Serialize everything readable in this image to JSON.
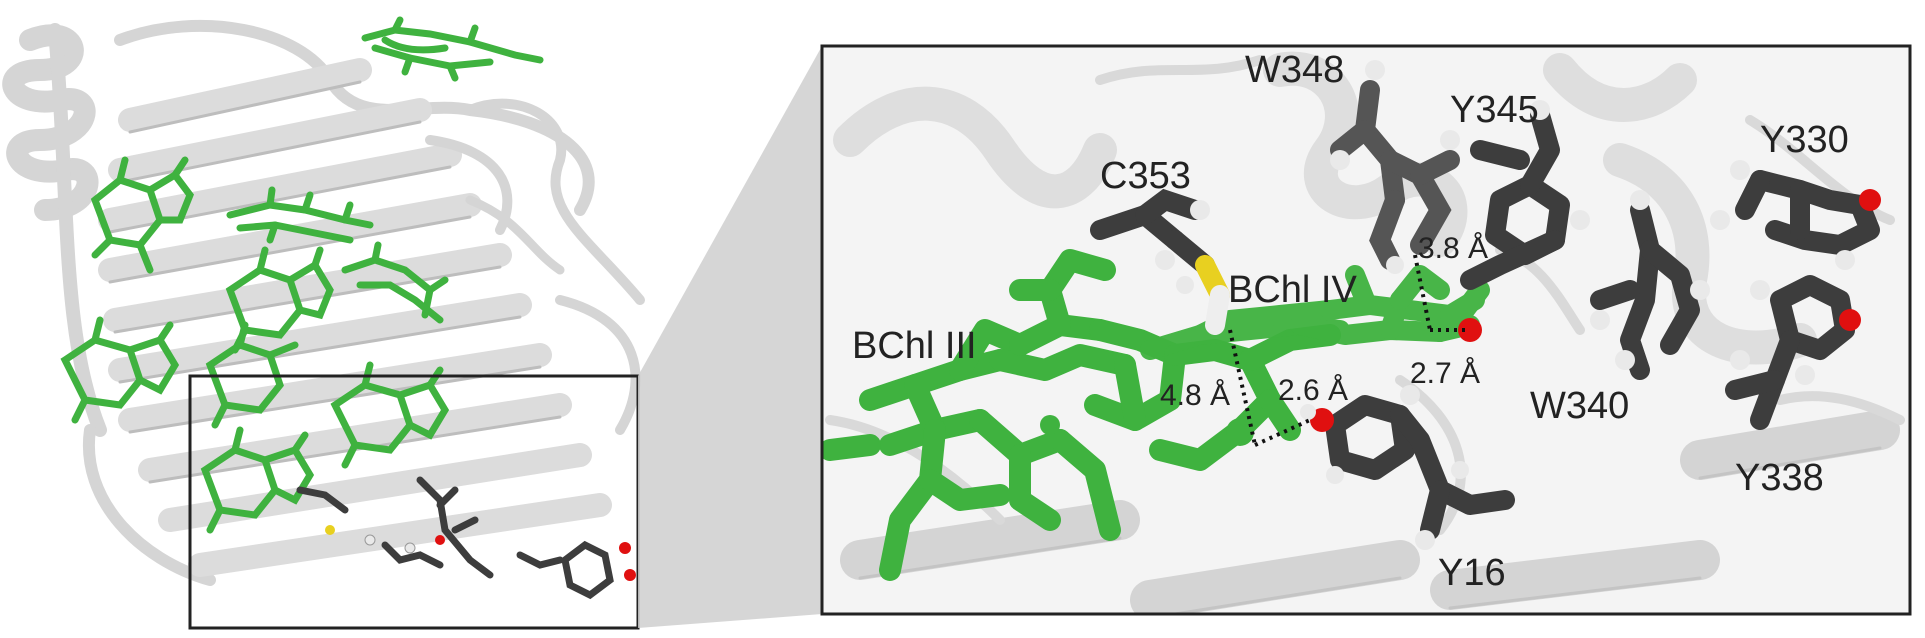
{
  "labels": {
    "residues": {
      "w348": "W348",
      "y345": "Y345",
      "c353": "C353",
      "y330": "Y330",
      "w340": "W340",
      "y338": "Y338",
      "y16": "Y16"
    },
    "pigments": {
      "bchl_iv": "BChl IV",
      "bchl_iii": "BChl III"
    },
    "distances": {
      "d38": "3.8 Å",
      "d48": "4.8 Å",
      "d26": "2.6 Å",
      "d27": "2.7 Å"
    }
  },
  "colors": {
    "background": "#ffffff",
    "protein_cartoon": "#d9d9d9",
    "protein_shadow": "#b9b9b9",
    "chlorophyll": "#3fb23f",
    "chlorophyll_dark": "#2c8f2c",
    "carbon": "#3d3d3d",
    "hydrogen": "#e9e9e9",
    "oxygen": "#e01010",
    "sulfur": "#e8d020",
    "frame": "#222222",
    "zoom_wedge": "#cfcfcf",
    "hbond_dots": "#111111"
  }
}
